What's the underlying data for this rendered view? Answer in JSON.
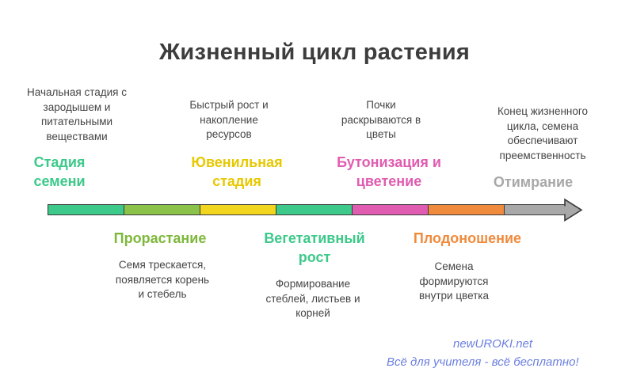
{
  "title": "Жизненный цикл растения",
  "stages": [
    {
      "name": "Стадия семени",
      "line1": "Стадия",
      "line2": "семени",
      "color": "#3cc98a",
      "desc": [
        "Начальная стадия с",
        "зародышем и",
        "питательными",
        "веществами"
      ]
    },
    {
      "name": "Прорастание",
      "line1": "Прорастание",
      "line2": "",
      "color": "#8bc34a",
      "desc": [
        "Семя трескается,",
        "появляется корень",
        "и стебель"
      ]
    },
    {
      "name": "Ювенильная стадия",
      "line1": "Ювенильная",
      "line2": "стадия",
      "color": "#f2d51f",
      "desc": [
        "Быстрый рост и",
        "накопление",
        "ресурсов"
      ]
    },
    {
      "name": "Вегетативный рост",
      "line1": "Вегетативный",
      "line2": "рост",
      "color": "#3cc98a",
      "desc": [
        "Формирование",
        "стеблей, листьев и",
        "корней"
      ]
    },
    {
      "name": "Бутонизация и цветение",
      "line1": "Бутонизация и",
      "line2": "цветение",
      "color": "#e05cb0",
      "desc": [
        "Почки",
        "раскрываются в",
        "цветы"
      ]
    },
    {
      "name": "Плодоношение",
      "line1": "Плодоношение",
      "line2": "",
      "color": "#f08a3c",
      "desc": [
        "Семена",
        "формируются",
        "внутри цветка"
      ]
    },
    {
      "name": "Отимрание",
      "line1": "Отимрание",
      "line2": "",
      "color": "#a8a8a8",
      "desc": [
        "Конец жизненного",
        "цикла, семена",
        "обеспечивают",
        "преемственность"
      ]
    }
  ],
  "watermark": {
    "site": "newUROKI.net",
    "slogan": "Всё для учителя - всё бесплатно!",
    "color": "#6b7fe0"
  }
}
